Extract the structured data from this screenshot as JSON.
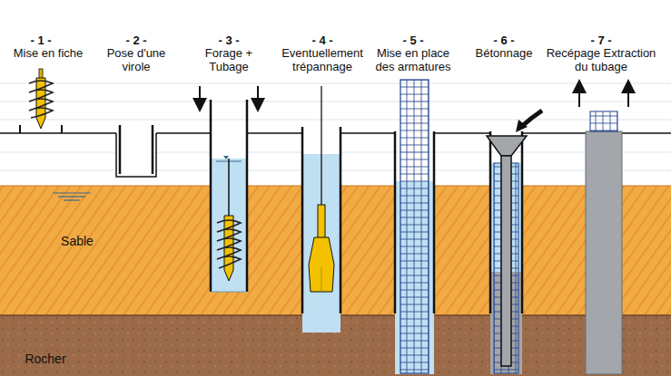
{
  "diagram": {
    "labels": [
      "- 1 -",
      "Mise en fiche",
      "- 2 -",
      "Pose d'une virole",
      "- 3 -",
      "Forage + Tubage",
      "- 4 -",
      "Eventuellement trépannage",
      "- 5 -",
      "Mise en place des armatures",
      "- 6 -",
      "Bétonnage",
      "- 7 -",
      "Recépage Extraction du tubage",
      "Sable",
      "Rocher"
    ]
  }
}
